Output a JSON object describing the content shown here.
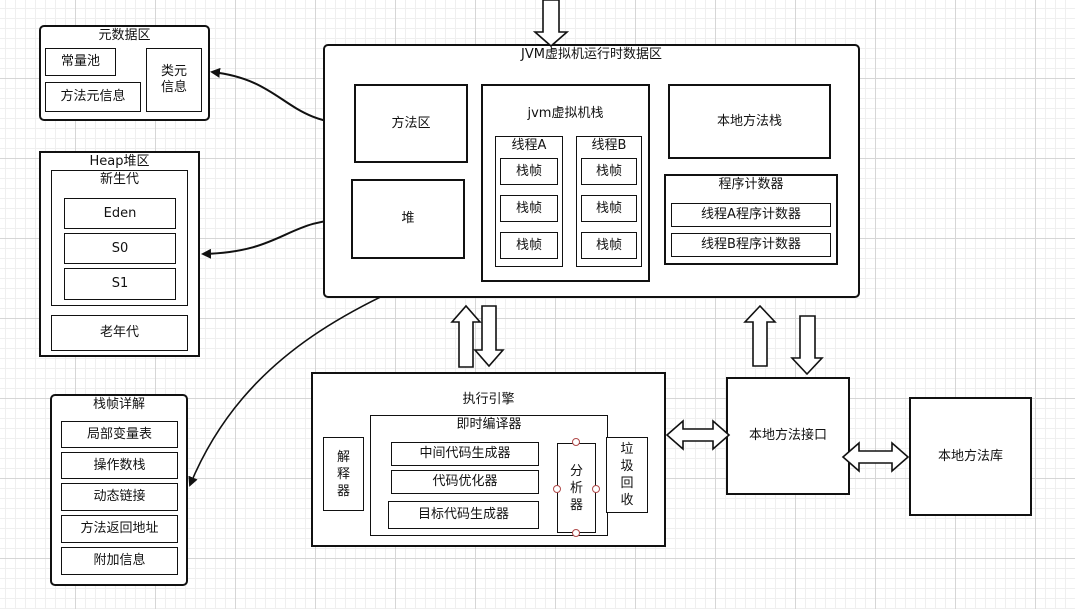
{
  "metaspace": {
    "title": "元数据区",
    "constant_pool": "常量池",
    "method_meta": "方法元信息",
    "class_meta": "类元\n信息"
  },
  "heap": {
    "title": "Heap堆区",
    "young": "新生代",
    "eden": "Eden",
    "s0": "S0",
    "s1": "S1",
    "old": "老年代"
  },
  "jvm": {
    "title": "JVM虚拟机运行时数据区",
    "method_area": "方法区",
    "heap_box": "堆",
    "vm_stack": {
      "title": "jvm虚拟机栈",
      "thread_a": "线程A",
      "thread_b": "线程B",
      "frame": "栈帧"
    },
    "native_stack": "本地方法栈",
    "pc": {
      "title": "程序计数器",
      "a": "线程A程序计数器",
      "b": "线程B程序计数器"
    }
  },
  "frame_detail": {
    "title": "栈帧详解",
    "items": [
      "局部变量表",
      "操作数栈",
      "动态链接",
      "方法返回地址",
      "附加信息"
    ]
  },
  "engine": {
    "title": "执行引擎",
    "interpreter": "解\n释\n器",
    "jit": {
      "title": "即时编译器",
      "ir_gen": "中间代码生成器",
      "optimizer": "代码优化器",
      "target_gen": "目标代码生成器",
      "analyzer": "分\n析\n器"
    },
    "gc": "垃\n圾\n回\n收"
  },
  "native_interface": "本地方法接口",
  "native_library": "本地方法库",
  "colors": {
    "stroke": "#111111",
    "grid": "#d6d6d6",
    "background": "#ffffff"
  }
}
